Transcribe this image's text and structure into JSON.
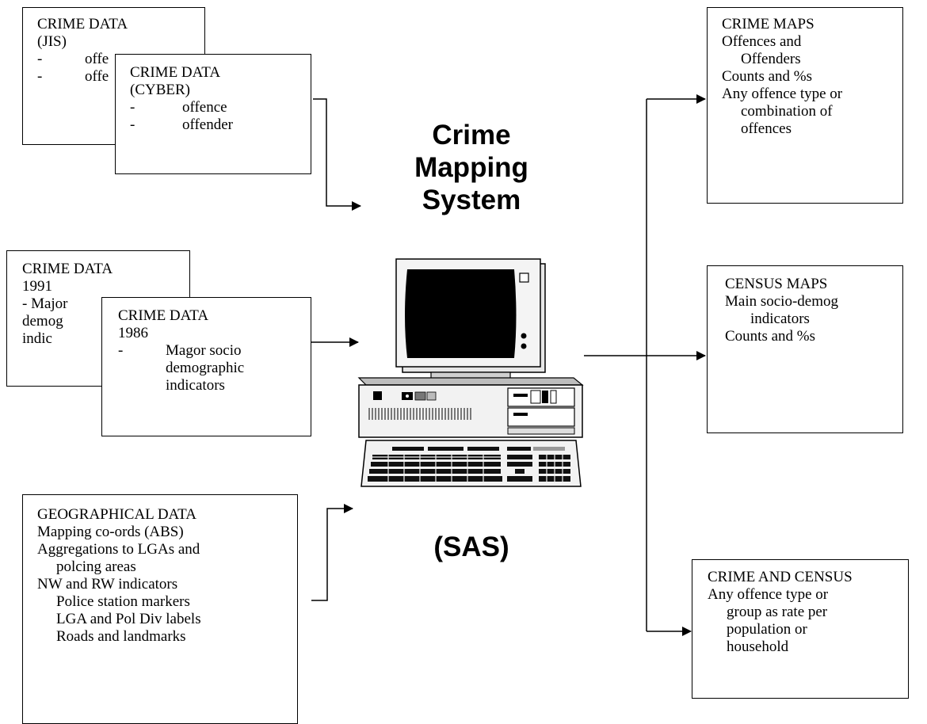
{
  "title": {
    "line1": "Crime",
    "line2": "Mapping",
    "line3": "System"
  },
  "subtitle": "(SAS)",
  "inputs": {
    "jis": {
      "title1": "CRIME DATA",
      "title2": "(JIS)",
      "items": [
        "offe",
        "offe"
      ],
      "bullet": "-"
    },
    "cyber": {
      "title1": "CRIME DATA",
      "title2": "(CYBER)",
      "items": [
        "offence",
        "offender"
      ],
      "bullet": "-"
    },
    "census1991": {
      "title1": "CRIME DATA",
      "title2": "1991",
      "lines": [
        "- Major",
        "demog",
        "indic"
      ]
    },
    "census1986": {
      "title1": "CRIME DATA",
      "title2": "1986",
      "bullet": "-",
      "lines": [
        "Magor socio",
        "demographic",
        "indicators"
      ]
    },
    "geo": {
      "title": "GEOGRAPHICAL DATA",
      "lines": [
        "Mapping co-ords  (ABS)",
        "Aggregations to LGAs and",
        "polcing areas",
        "NW and RW indicators",
        "Police station markers",
        "LGA and Pol Div labels",
        "Roads and landmarks"
      ]
    }
  },
  "outputs": {
    "crime_maps": {
      "title": "CRIME MAPS",
      "lines": [
        "Offences and",
        "Offenders",
        "Counts and %s",
        "Any offence type or",
        "combination of",
        "offences"
      ]
    },
    "census_maps": {
      "title": "CENSUS MAPS",
      "lines": [
        "Main socio-demog",
        "indicators",
        "Counts and %s"
      ]
    },
    "crime_census": {
      "title": "CRIME AND CENSUS",
      "lines": [
        "Any offence type or",
        "group as rate per",
        "population or",
        "household"
      ]
    }
  },
  "computer_icon": "desktop-computer-icon",
  "colors": {
    "stroke": "#000000",
    "background": "#ffffff",
    "screen": "#000000",
    "case": "#c0c0c0"
  }
}
